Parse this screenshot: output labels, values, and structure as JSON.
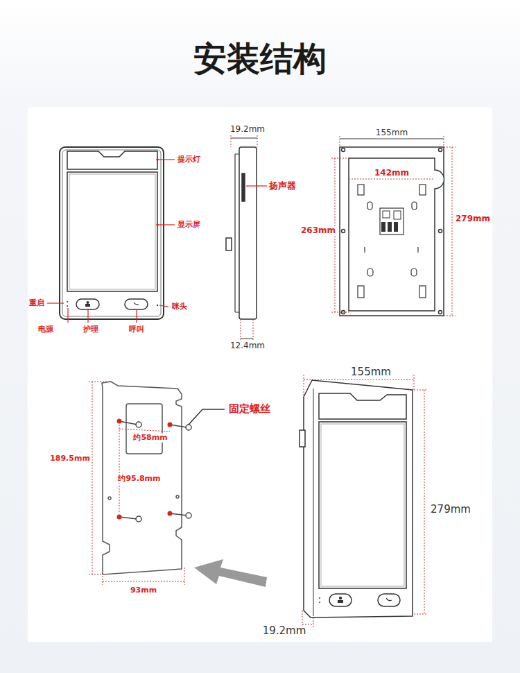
{
  "diagram": {
    "title": "安装结构",
    "labels": [
      "提示灯",
      "显示屏",
      "重启",
      "咪头",
      "电源",
      "护理",
      "呼叫",
      "19.2mm",
      "扬声器",
      "12.4mm",
      "155mm",
      "142mm",
      "263mm",
      "279mm",
      "固定螺丝",
      "约58mm",
      "189.5mm",
      "约95.8mm",
      "93mm",
      "155mm",
      "279mm",
      "19.2mm"
    ]
  }
}
